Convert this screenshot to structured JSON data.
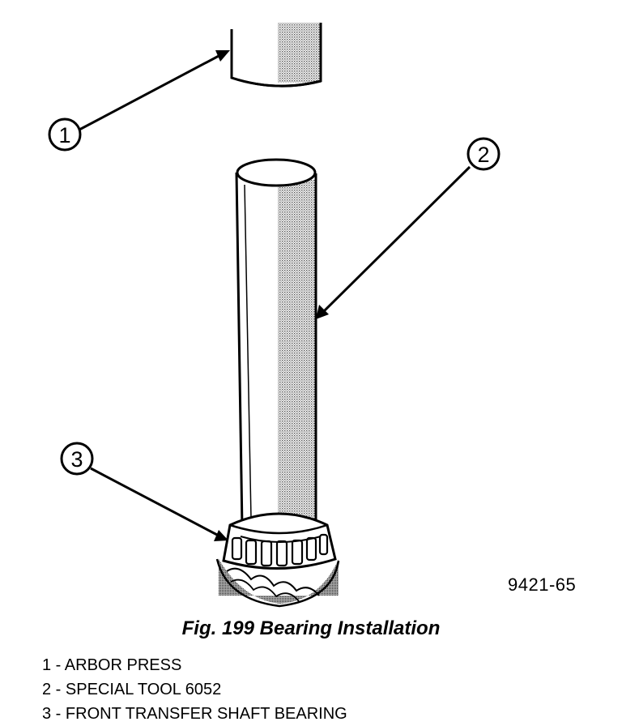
{
  "callouts": [
    {
      "number": "1"
    },
    {
      "number": "2"
    },
    {
      "number": "3"
    }
  ],
  "drawing_code": "9421-65",
  "caption": "Fig. 199 Bearing Installation",
  "legend": [
    {
      "number": "1",
      "separator": " - ",
      "label": "ARBOR PRESS"
    },
    {
      "number": "2",
      "separator": " - ",
      "label": "SPECIAL TOOL 6052"
    },
    {
      "number": "3",
      "separator": " - ",
      "label": "FRONT TRANSFER SHAFT BEARING"
    }
  ],
  "colors": {
    "ink": "#000000",
    "shade": "#b8b8b8",
    "paper": "#ffffff"
  }
}
